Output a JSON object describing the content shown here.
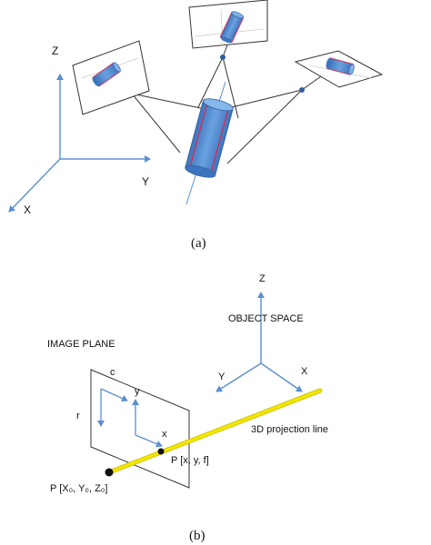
{
  "panel_a": {
    "axis_z": "Z",
    "axis_y": "Y",
    "axis_x": "X",
    "caption": "(a)"
  },
  "panel_b": {
    "axis_z": "Z",
    "axis_y": "Y",
    "axis_x": "X",
    "object_space": "OBJECT SPACE",
    "image_plane": "IMAGE PLANE",
    "col_label": "c",
    "row_label": "r",
    "img_y": "y",
    "img_x": "x",
    "projection_line": "3D projection line",
    "image_point": "P [x, y, f]",
    "object_point": "P [X₀, Y₀, Z₀]",
    "caption": "(b)"
  },
  "colors": {
    "axis_blue": "#5b8fd0",
    "cylinder_blue": "#4a86d0",
    "cylinder_edge": "#d0305a",
    "projection_yellow": "#f2e600",
    "ray_dark": "#333333"
  }
}
